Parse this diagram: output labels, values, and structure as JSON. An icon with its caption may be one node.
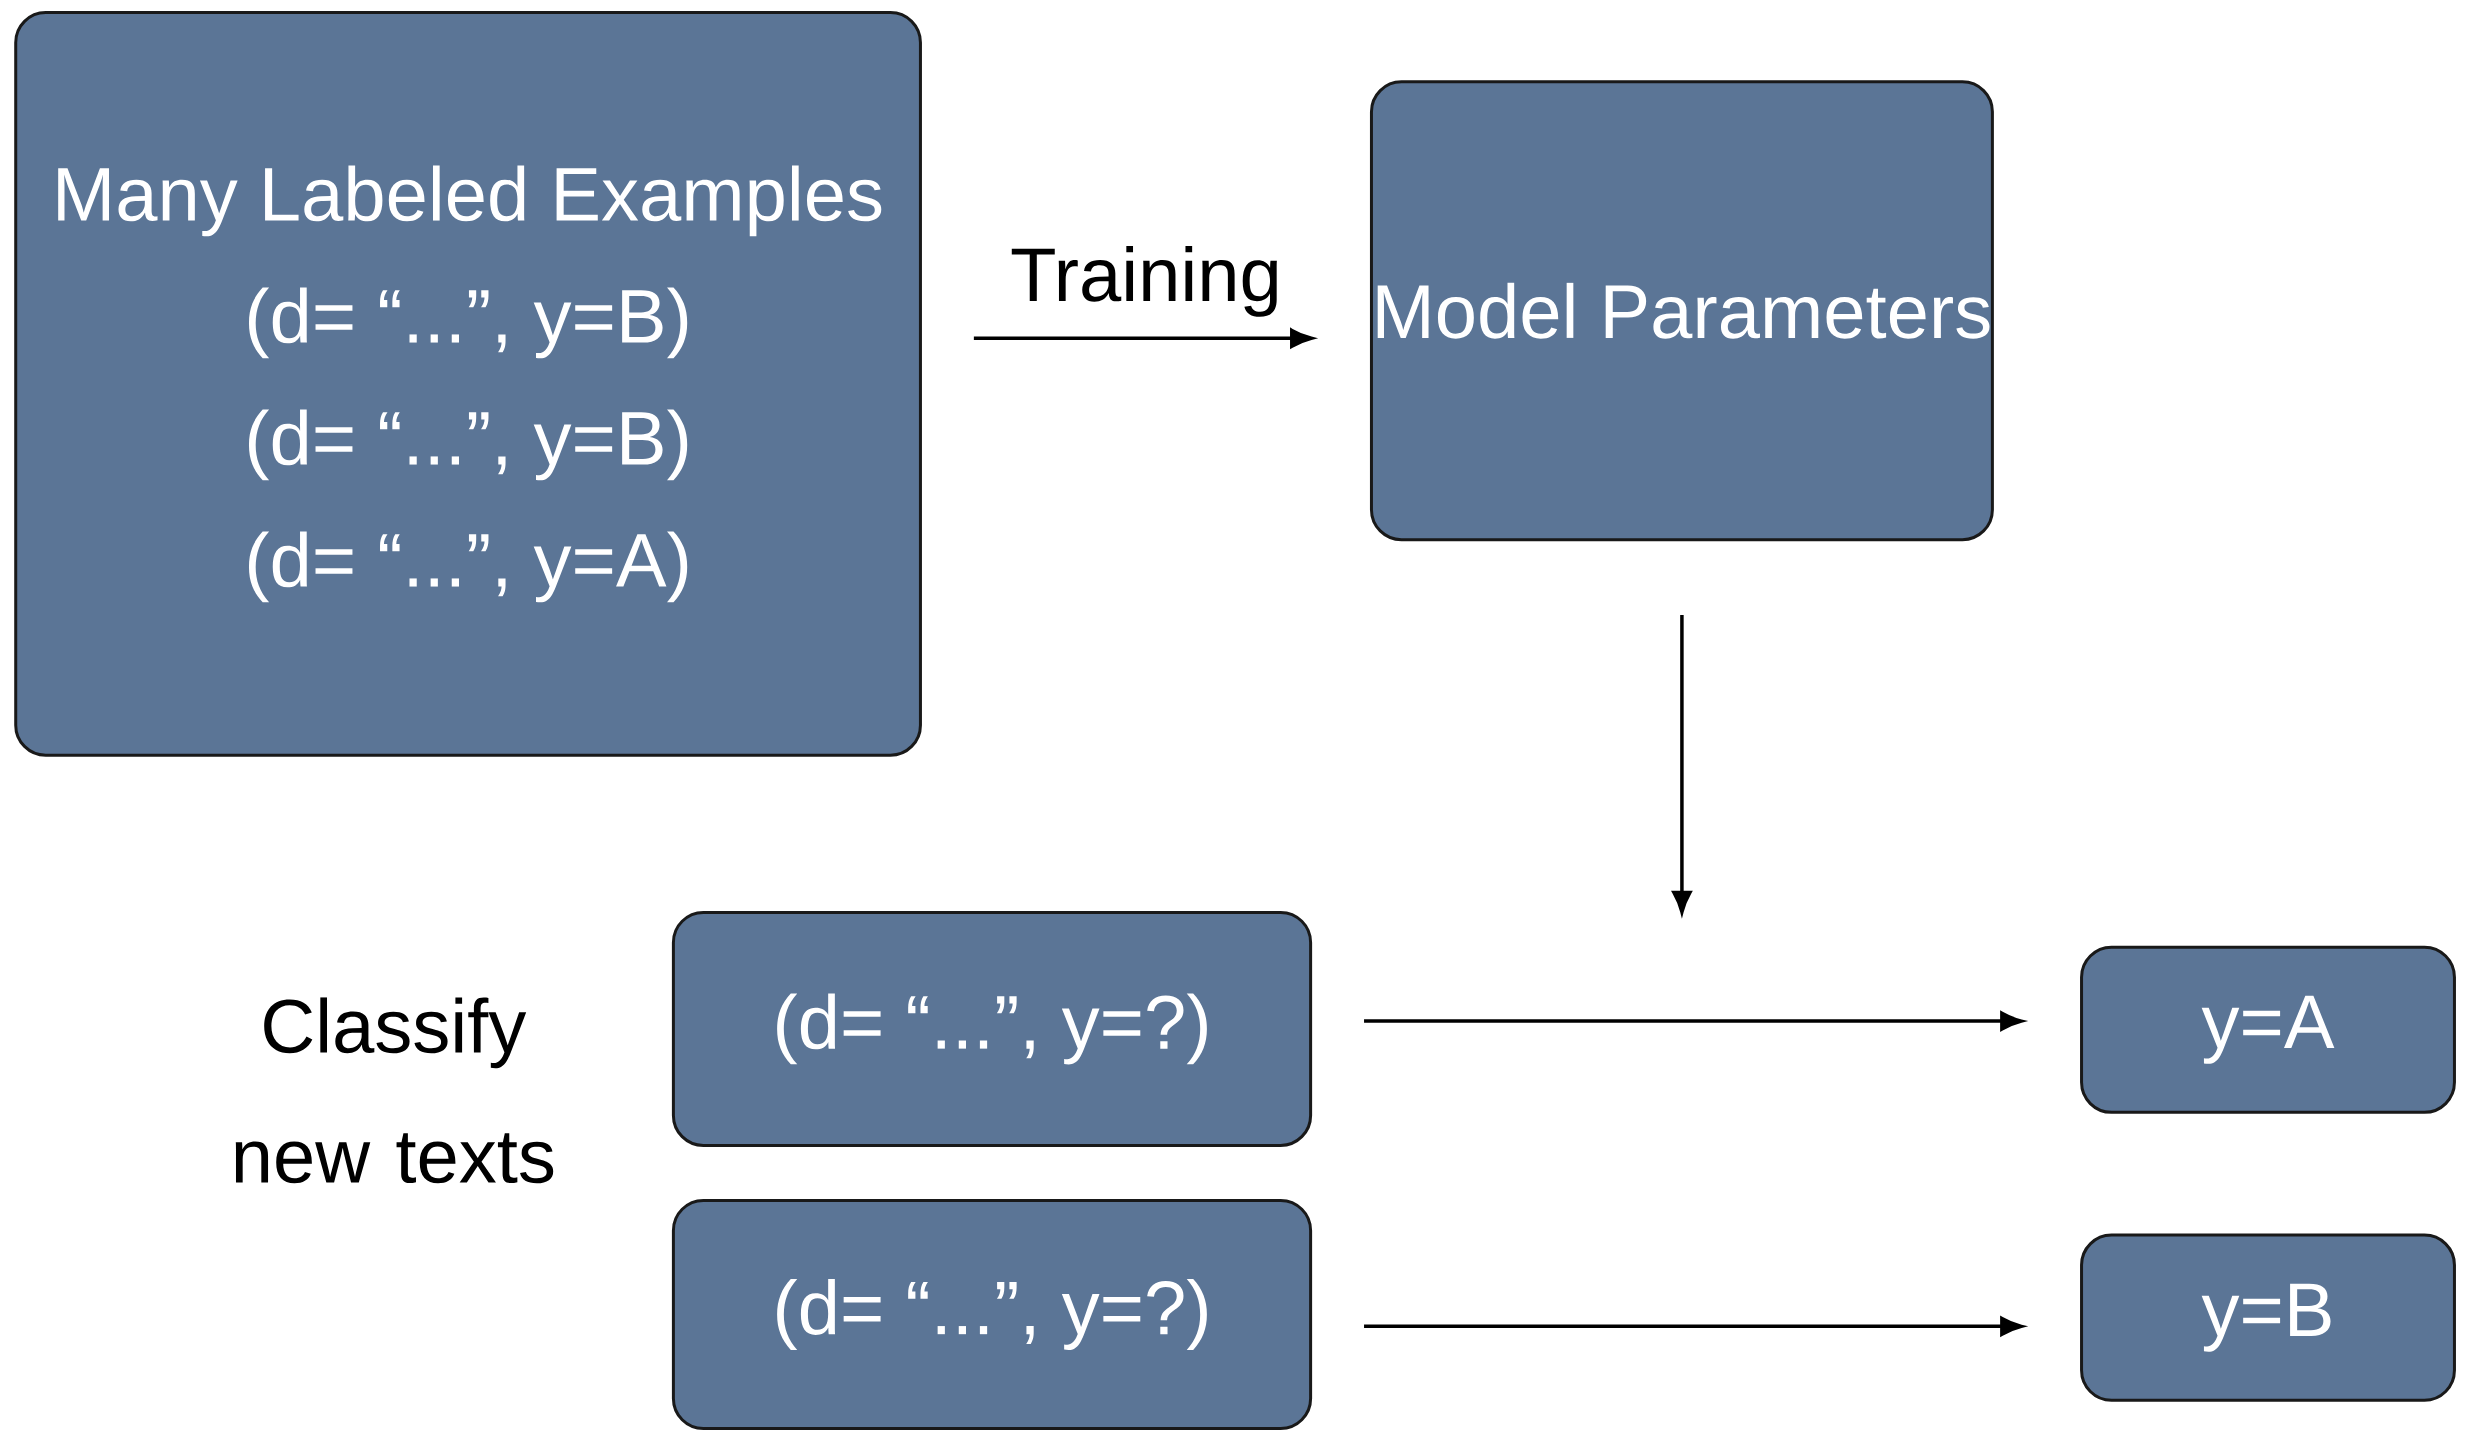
{
  "diagram": {
    "nodes": [
      {
        "text": [
          "Many Labeled Examples",
          "(d= “...”, y=B)",
          "(d= “...”, y=B)",
          "(d= “...”, y=A)"
        ]
      },
      {
        "text": [
          "Model Parameters"
        ]
      },
      {
        "text": [
          "(d= “...”, y=?)"
        ]
      },
      {
        "text": [
          "(d= “...”, y=?)"
        ]
      },
      {
        "text": [
          "y=A"
        ]
      },
      {
        "text": [
          "y=B"
        ]
      }
    ],
    "edges": [
      {
        "from": 0,
        "to": 1,
        "arrow": "to",
        "label": "Training"
      },
      {
        "from": 1,
        "to": null,
        "arrow": "to"
      },
      {
        "from": 2,
        "to": 4,
        "arrow": "to"
      },
      {
        "from": 3,
        "to": 5,
        "arrow": "to"
      }
    ],
    "labels": [
      "Classify new texts"
    ]
  }
}
